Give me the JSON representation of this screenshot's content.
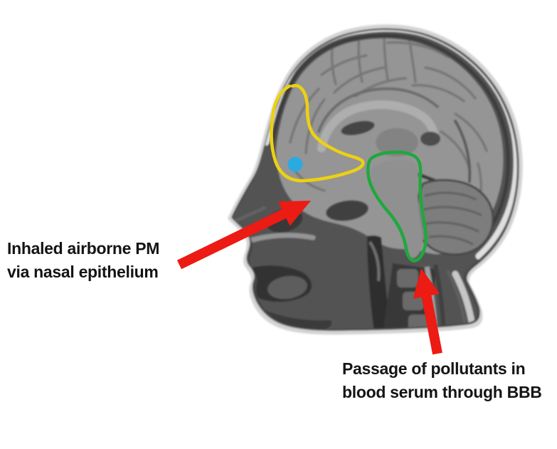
{
  "figure": {
    "annotations": {
      "nasal_route": {
        "line1": "Inhaled airborne PM",
        "line2": "via nasal epithelium"
      },
      "bbb_route": {
        "line1": "Passage of pollutants in",
        "line2": "blood serum through BBB"
      }
    },
    "markers": {
      "yellow_region_outline": "yellow",
      "green_region_outline": "green",
      "particle_dot": "cyan",
      "arrows": "red"
    },
    "colors": {
      "yellow": "#EDD012",
      "green": "#1FA83E",
      "cyan": "#29ABE2",
      "red": "#EC1B13",
      "text": "#141414",
      "background": "#FFFFFF"
    }
  }
}
